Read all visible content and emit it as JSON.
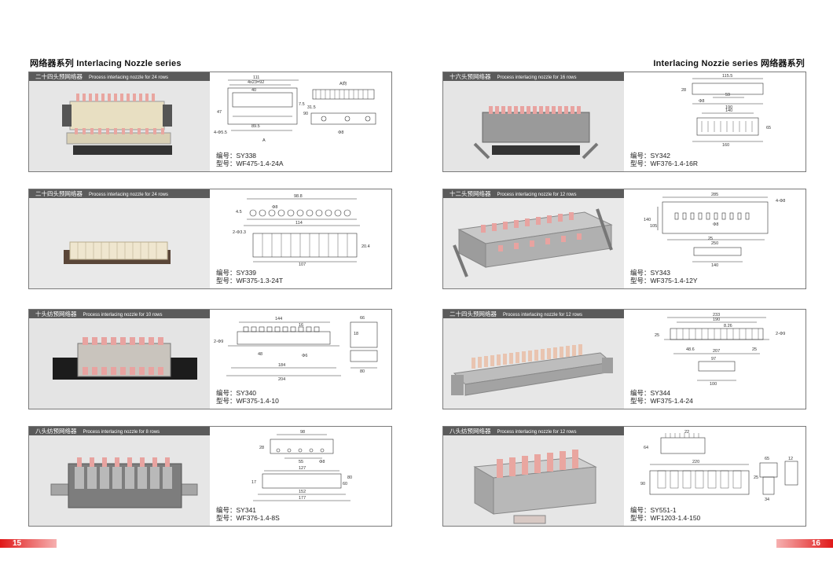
{
  "header": {
    "left": "网络器系列   Interlacing Nozzle series",
    "right": "Interlacing Nozzie series   网络器系列"
  },
  "pages": {
    "left": "15",
    "right": "16"
  },
  "colors": {
    "accent": "#e01818",
    "bar": "#5b5b5b",
    "border": "#7a7a7a"
  },
  "products": [
    {
      "title_cn": "二十四头预网络器",
      "title_en": "Process interlacing nozzle for 24 rows",
      "code": "编号：SY338",
      "model": "型号：WF475-1.4-24A",
      "dims": [
        "111",
        "4x23=92",
        "40",
        "89.5",
        "47",
        "4-Φ5.5",
        "7.5",
        "90",
        "31.5",
        "A向",
        "Φ8",
        "A"
      ]
    },
    {
      "title_cn": "二十四头预网络器",
      "title_en": "Process interlacing nozzle for 24 rows",
      "code": "编号：SY339",
      "model": "型号：WF375-1.3-24T",
      "dims": [
        "98.8",
        "Φ8",
        "114",
        "4.5",
        "2-Φ3.3",
        "107",
        "20.4"
      ]
    },
    {
      "title_cn": "十头纺预网络器",
      "title_en": "Process interlacing nozzle for 10 rows",
      "code": "编号：SY340",
      "model": "型号：WF375-1.4-10",
      "dims": [
        "144",
        "16",
        "2-Φ9",
        "48",
        "Φ6",
        "184",
        "204",
        "66",
        "18",
        "80"
      ]
    },
    {
      "title_cn": "八头纺预网络器",
      "title_en": "Process interlacing nozzle for 8 rows",
      "code": "编号：SY341",
      "model": "型号：WF376-1.4-8S",
      "dims": [
        "98",
        "28",
        "55",
        "Φ8",
        "127",
        "17",
        "152",
        "177",
        "80",
        "60"
      ]
    },
    {
      "title_cn": "十六头预网络器",
      "title_en": "Process interlacing nozzle for 16 rows",
      "code": "编号：SY342",
      "model": "型号：WF376-1.4-16R",
      "dims": [
        "115.5",
        "28",
        "59",
        "Φ8",
        "190",
        "140",
        "160",
        "65"
      ]
    },
    {
      "title_cn": "十二头预网络器",
      "title_en": "Process interlacing nozzle for 12 rows",
      "code": "编号：SY343",
      "model": "型号：WF375-1.4-12Y",
      "dims": [
        "285",
        "4-Φ8",
        "140",
        "105",
        "Φ8",
        "250",
        "25",
        "140"
      ]
    },
    {
      "title_cn": "二十四头预网络器",
      "title_en": "Process interlacing nozzle for 12 rows",
      "code": "编号：SY344",
      "model": "型号：WF375-1.4-24",
      "dims": [
        "233",
        "190",
        "8.26",
        "2-Φ9",
        "25",
        "48.6",
        "207",
        "25",
        "97",
        "100"
      ]
    },
    {
      "title_cn": "八头纺预网络器",
      "title_en": "Process interlacing nozzle for 12 rows",
      "code": "编号：SY551-1",
      "model": "型号：WF1203-1.4-150",
      "dims": [
        "22",
        "64",
        "220",
        "90",
        "65",
        "12",
        "25",
        "34"
      ]
    }
  ]
}
